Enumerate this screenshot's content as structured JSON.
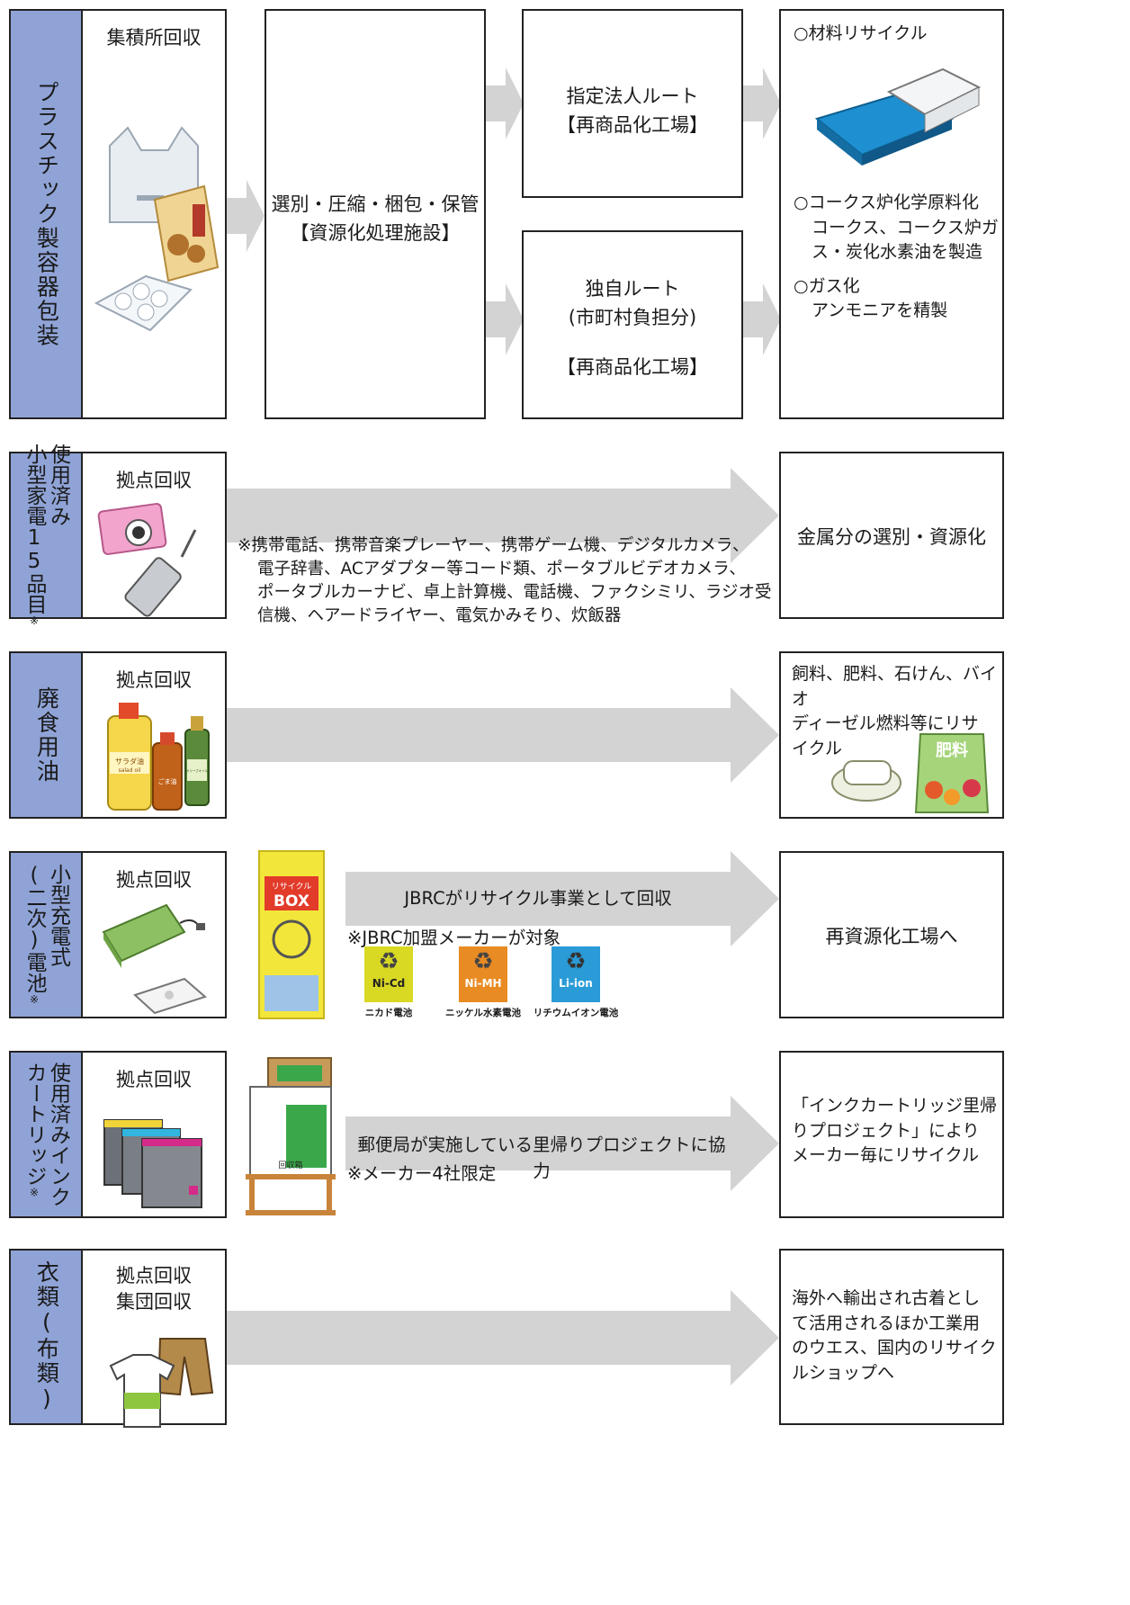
{
  "rows": {
    "plastic": {
      "category_line1": "プラスチック製容器包装",
      "collection": "集積所回収",
      "process": [
        "選別・圧縮・梱包・保管",
        "【資源化処理施設】"
      ],
      "route1": [
        "指定法人ルート",
        "【再商品化工場】"
      ],
      "route2_a": "独自ルート",
      "route2_b": "(市町村負担分)",
      "route2_c": "【再商品化工場】",
      "result_1": "○材料リサイクル",
      "result_2_a": "○コークス炉化学原料化",
      "result_2_b": "コークス、コークス炉ガ",
      "result_2_c": "ス・炭化水素油を製造",
      "result_3_a": "○ガス化",
      "result_3_b": "アンモニアを精製"
    },
    "appliances": {
      "category_line1": "使用済み",
      "category_line2": "小型家電15品目",
      "category_note": "※",
      "collection": "拠点回収",
      "note_lines": [
        "※携帯電話、携帯音楽プレーヤー、携帯ゲーム機、デジタルカメラ、",
        "電子辞書、ACアダプター等コード類、ポータブルビデオカメラ、",
        "ポータブルカーナビ、卓上計算機、電話機、ファクシミリ、ラジオ受",
        "信機、ヘアードライヤー、電気かみそり、炊飯器"
      ],
      "result": "金属分の選別・資源化"
    },
    "oil": {
      "category_line1": "廃食用油",
      "collection": "拠点回収",
      "result_lines": [
        "飼料、肥料、石けん、バイオ",
        "ディーゼル燃料等にリサ",
        "イクル"
      ],
      "bottle1": "サラダ油",
      "bottle1_sub": "salad oil",
      "bottle2": "ごま油",
      "bottle3": "オリーブオイル",
      "fertilizer": "肥料"
    },
    "battery": {
      "category_line1": "小型充電式",
      "category_line2": "(二次)電池",
      "category_note": "※",
      "collection": "拠点回収",
      "arrow_text": "JBRCがリサイクル事業として回収",
      "note": "※JBRC加盟メーカーが対象",
      "box_label": "BOX",
      "box_top": "リサイクル",
      "badges": [
        {
          "code": "Ni-Cd",
          "name": "ニカド電池",
          "color": "#d9d823"
        },
        {
          "code": "Ni-MH",
          "name": "ニッケル水素電池",
          "color": "#e98b23"
        },
        {
          "code": "Li-ion",
          "name": "リチウムイオン電池",
          "color": "#2a9bd6"
        }
      ],
      "result": "再資源化工場へ"
    },
    "ink": {
      "category_line1": "使用済みインク",
      "category_line2": "カートリッジ",
      "category_note": "※",
      "collection": "拠点回収",
      "arrow_text": "郵便局が実施している里帰りプロジェクトに協力",
      "note": "※メーカー4社限定",
      "box_label": "回収箱",
      "result_lines": [
        "「インクカートリッジ里帰",
        "りプロジェクト」により",
        "メーカー毎にリサイクル"
      ]
    },
    "clothes": {
      "category_line1": "衣類(布類)",
      "collection_lines": [
        "拠点回収",
        "集団回収"
      ],
      "result_lines": [
        "海外へ輸出され古着とし",
        "て活用されるほか工業用",
        "のウエス、国内のリサイク",
        "ルショップへ"
      ]
    }
  },
  "colors": {
    "category": "#8fa3d6",
    "arrow": "#d2d3d2",
    "border": "#222222"
  }
}
